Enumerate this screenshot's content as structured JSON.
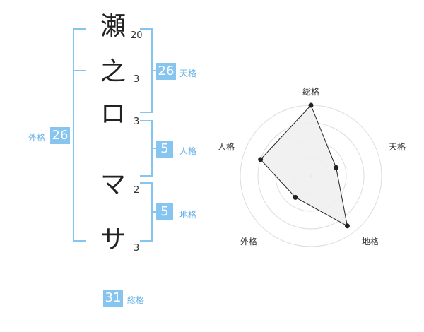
{
  "name_chars": [
    {
      "char": "瀬",
      "strokes": "20"
    },
    {
      "char": "之",
      "strokes": "3"
    },
    {
      "char": "ロ",
      "strokes": "3"
    },
    {
      "char": "マ",
      "strokes": "2"
    },
    {
      "char": "サ",
      "strokes": "3"
    }
  ],
  "kakusu": {
    "tenkaku": {
      "value": "26",
      "label": "天格"
    },
    "jinkaku": {
      "value": "5",
      "label": "人格"
    },
    "chikaku": {
      "value": "5",
      "label": "地格"
    },
    "gaikaku": {
      "value": "26",
      "label": "外格"
    },
    "soukaku": {
      "value": "31",
      "label": "総格"
    }
  },
  "colors": {
    "accent": "#86c5f0",
    "label": "#64b0e6",
    "radar_fill": "#efefef",
    "radar_stroke": "#222222",
    "ring": "#dddddd"
  },
  "chart_data": {
    "type": "radar",
    "axes": [
      "総格",
      "天格",
      "地格",
      "外格",
      "人格"
    ],
    "max": 4,
    "values": [
      4,
      1.5,
      3.5,
      1.5,
      3
    ],
    "rings": 4
  }
}
